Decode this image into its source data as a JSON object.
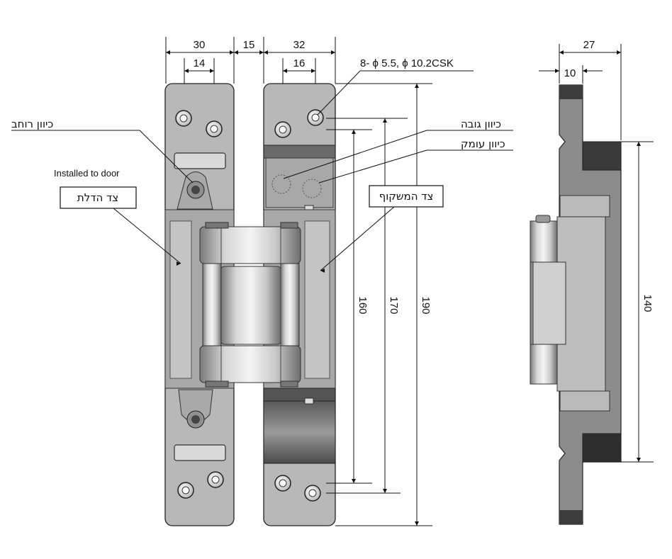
{
  "dimensions": {
    "door_width": "30",
    "door_hole_spacing": "14",
    "gap": "15",
    "frame_width": "32",
    "frame_hole_spacing": "16",
    "holes": "8- ϕ 5.5, ϕ 10.2CSK",
    "h160": "160",
    "h170": "170",
    "h190": "190",
    "side_width": "27",
    "side_offset": "10",
    "side_height": "140"
  },
  "labels": {
    "width_adjust": "כיוון רוחב",
    "installed_to_door": "Installed to door",
    "door_side": "צד הדלת",
    "height_adjust": "כיוון גובה",
    "depth_adjust": "כיוון עומק",
    "frame_side": "צד המשקוף"
  },
  "colors": {
    "plate": "#b9b9b9",
    "plate_dark": "#8e8e8e",
    "steel_light": "#e8e8e8",
    "steel_dark": "#6e6e6e",
    "block_dark": "#3c3c3c"
  }
}
